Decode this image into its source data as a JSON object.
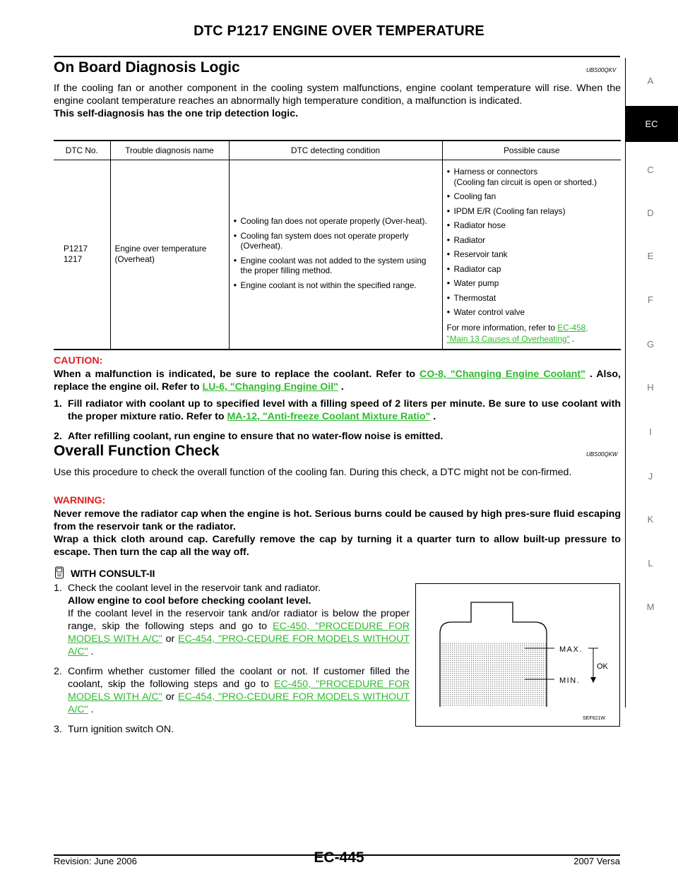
{
  "header": {
    "title": "DTC P1217 ENGINE OVER TEMPERATURE"
  },
  "section1": {
    "heading": "On Board Diagnosis Logic",
    "code": "UBS00QKV",
    "para": "If the cooling fan or another component in the cooling system malfunctions, engine coolant temperature will rise. When the engine coolant temperature reaches an abnormally high temperature condition, a malfunction is indicated.",
    "bold_note": "This self-diagnosis has the one trip detection logic."
  },
  "table": {
    "headers": [
      "DTC No.",
      "Trouble diagnosis name",
      "DTC detecting condition",
      "Possible cause"
    ],
    "dtc_1": "P1217",
    "dtc_2": "1217",
    "name_1": "Engine over temperature",
    "name_2": "(Overheat)",
    "conditions": [
      "Cooling fan does not operate properly (Over-heat).",
      "Cooling fan system does not operate properly (Overheat).",
      "Engine coolant was not added to the system using the proper filling method.",
      "Engine coolant is not within the specified range."
    ],
    "causes": [
      "Harness or connectors",
      "(Cooling fan circuit is open or shorted.)",
      "Cooling fan",
      "IPDM E/R (Cooling fan relays)",
      "Radiator hose",
      "Radiator",
      "Reservoir tank",
      "Radiator cap",
      "Water pump",
      "Thermostat",
      "Water control valve"
    ],
    "more_info_prefix": "For more information, refer to",
    "more_info_link_1": "EC-458,",
    "more_info_link_2": "\"Main 13 Causes of Overheating\"",
    "more_info_suffix": "."
  },
  "caution": {
    "label": "CAUTION:",
    "text_1": "When a malfunction is indicated, be sure to replace the coolant. Refer to",
    "link_1": "CO-8, \"Changing Engine Coolant\"",
    "text_2": ". Also, replace the engine oil. Refer to",
    "link_2": "LU-6, \"Changing Engine Oil\"",
    "text_3": ".",
    "step1_num": "1.",
    "step1_text": "Fill radiator with coolant up to specified level with a filling speed of 2 liters per minute. Be sure to use coolant with the proper mixture ratio. Refer to",
    "step1_link": "MA-12, \"Anti-freeze Coolant Mixture Ratio\"",
    "step1_end": ".",
    "step2_num": "2.",
    "step2_text": "After refilling coolant, run engine to ensure that no water-flow noise is emitted."
  },
  "section2": {
    "heading": "Overall Function Check",
    "code": "UBS00QKW",
    "para": "Use this procedure to check the overall function of the cooling fan. During this check, a DTC might not be con-firmed.",
    "warning_label": "WARNING:",
    "warning_1": "Never remove the radiator cap when the engine is hot. Serious burns could be caused by high pres-sure fluid escaping from the reservoir tank or the radiator.",
    "warning_2": "Wrap a thick cloth around cap. Carefully remove the cap by turning it a quarter turn to allow built-up pressure to escape. Then turn the cap all the way off.",
    "consult_label": "WITH CONSULT-II"
  },
  "steps": {
    "s1_num": "1.",
    "s1_line1": "Check the coolant level in the reservoir tank and radiator.",
    "s1_bold": "Allow engine to cool before checking coolant level.",
    "s1_text": "If the coolant level in the reservoir tank and/or radiator is below the proper range, skip the following steps and go to",
    "s1_link1": "EC-450, \"PROCEDURE FOR MODELS WITH A/C\"",
    "s1_or": "or",
    "s1_link2": "EC-454, \"PRO-CEDURE FOR MODELS WITHOUT A/C\"",
    "s1_end": ".",
    "s2_num": "2.",
    "s2_text": "Confirm whether customer filled the coolant or not. If customer filled the coolant, skip the following steps and go to",
    "s2_link1": "EC-450, \"PROCEDURE FOR MODELS WITH A/C\"",
    "s2_or": "or",
    "s2_link2": "EC-454, \"PRO-CEDURE FOR MODELS WITHOUT A/C\"",
    "s2_end": ".",
    "s3_num": "3.",
    "s3_text": "Turn ignition switch ON."
  },
  "figure": {
    "max_label": "MAX.",
    "min_label": "MIN.",
    "ok_label": "OK",
    "code": "SEF621W"
  },
  "side_tabs": {
    "letters": [
      "A",
      "EC",
      "C",
      "D",
      "E",
      "F",
      "G",
      "H",
      "I",
      "J",
      "K",
      "L",
      "M"
    ],
    "active": "EC"
  },
  "footer": {
    "revision": "Revision: June 2006",
    "page": "EC-445",
    "model": "2007 Versa"
  },
  "colors": {
    "link": "#2fba2f",
    "caution": "#e02020"
  }
}
